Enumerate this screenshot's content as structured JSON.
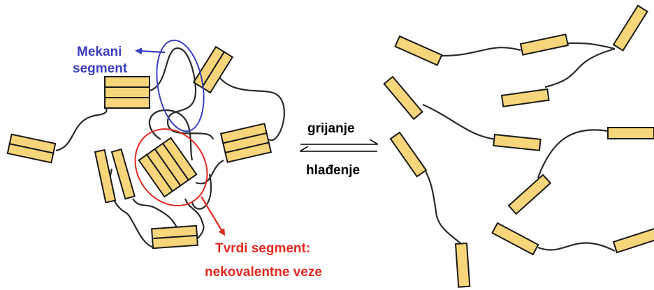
{
  "labels": {
    "soft_segment_line1": "Mekani",
    "soft_segment_line2": "segment",
    "heating": "grijanje",
    "cooling": "hlađenje",
    "hard_segment_line1": "Tvrdi segment:",
    "hard_segment_line2": "nekovalentne veze"
  },
  "colors": {
    "block_fill": "#f7d57a",
    "block_stroke": "#1a1a1a",
    "chain": "#2a2a2a",
    "soft_segment": "#3b3fbf",
    "hard_segment": "#e02a20",
    "text_dark": "#000000"
  }
}
